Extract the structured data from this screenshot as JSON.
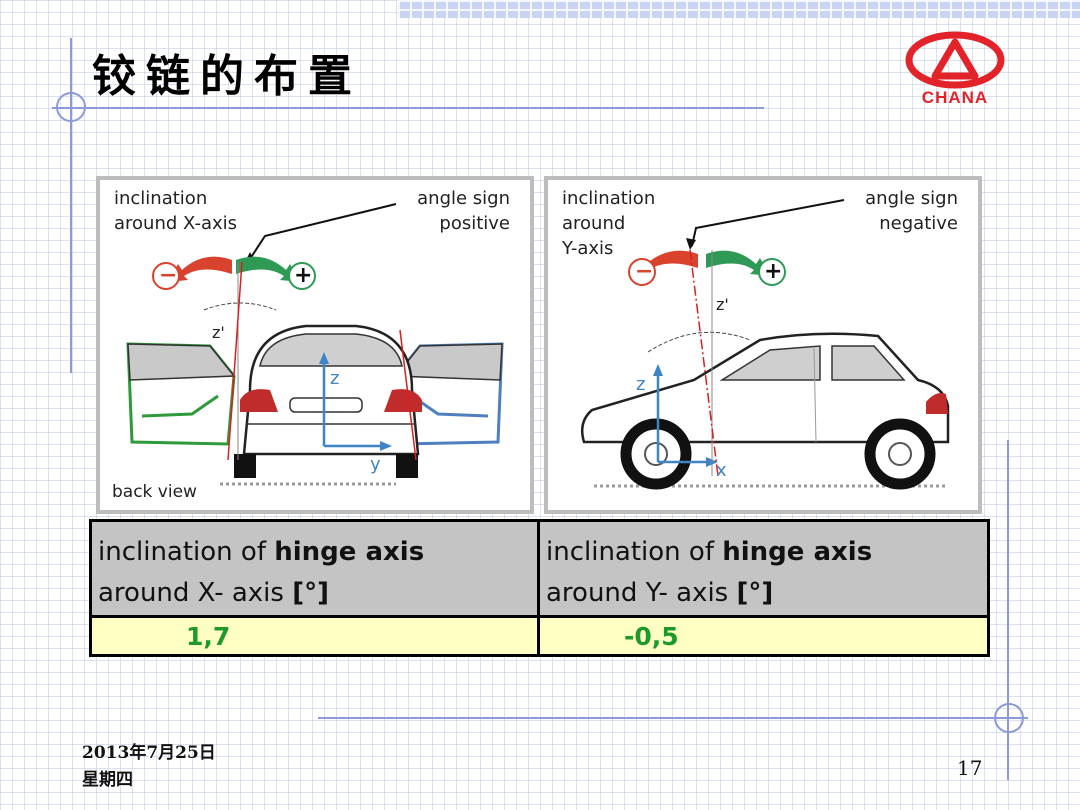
{
  "slide": {
    "title": "铰链的布置",
    "logo_text": "CHANA",
    "date_line1": "2013年7月25日",
    "date_line2": "星期四",
    "page_number": "17"
  },
  "left_panel": {
    "label1_l1": "inclination",
    "label1_l2": "around X-axis",
    "label2_l1": "angle sign",
    "label2_l2": "positive",
    "minus": "−",
    "plus": "+",
    "axis_zp": "z'",
    "axis_z": "z",
    "axis_y": "y",
    "caption": "back view"
  },
  "right_panel": {
    "label1_l1": "inclination",
    "label1_l2": "around",
    "label1_l3": "Y-axis",
    "label2_l1": "angle sign",
    "label2_l2": "negative",
    "minus": "−",
    "plus": "+",
    "axis_zp": "z'",
    "axis_z": "z",
    "axis_x": "x"
  },
  "table": {
    "h1_pre": "inclination of ",
    "h1_bold": "hinge axis",
    "h1_l2": "around X- axis ",
    "h1_unit": "[°]",
    "h2_pre": "inclination of ",
    "h2_bold": "hinge axis",
    "h2_l2": "around   Y- axis ",
    "h2_unit": "[°]",
    "v1": "1,7",
    "v2": "-0,5"
  },
  "colors": {
    "accent_red": "#e3232a",
    "value_green": "#1f9a2a",
    "header_grey": "#c4c4c4",
    "value_yellow": "#ffffc4",
    "deco_blue": "#8c9ad8"
  }
}
